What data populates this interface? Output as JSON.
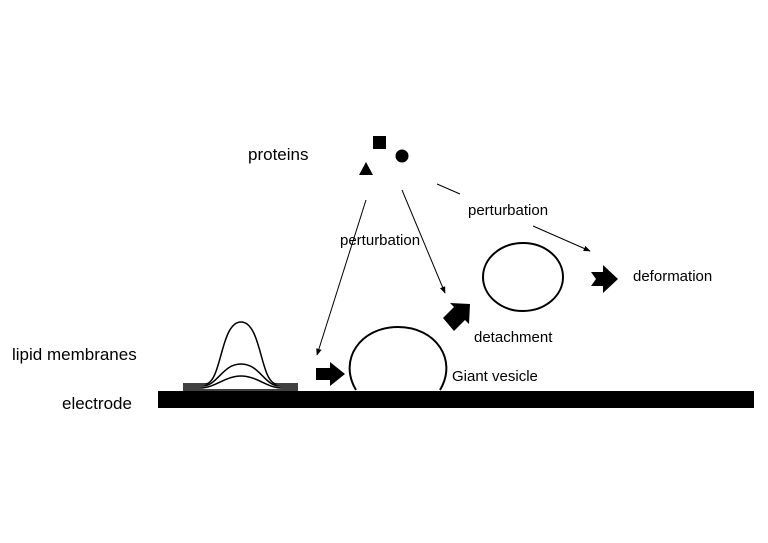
{
  "labels": {
    "proteins": "proteins",
    "perturbation_left": "perturbation",
    "perturbation_right": "perturbation",
    "deformation": "deformation",
    "detachment": "detachment",
    "lipid_membranes": "lipid membranes",
    "giant_vesicle": "Giant vesicle",
    "electrode": "electrode"
  },
  "icons": {
    "protein_square": "square-icon",
    "protein_circle": "circle-icon",
    "protein_triangle": "triangle-icon",
    "arrows": "block-arrow-icon"
  },
  "colors": {
    "ink": "#000000",
    "background": "#ffffff"
  }
}
